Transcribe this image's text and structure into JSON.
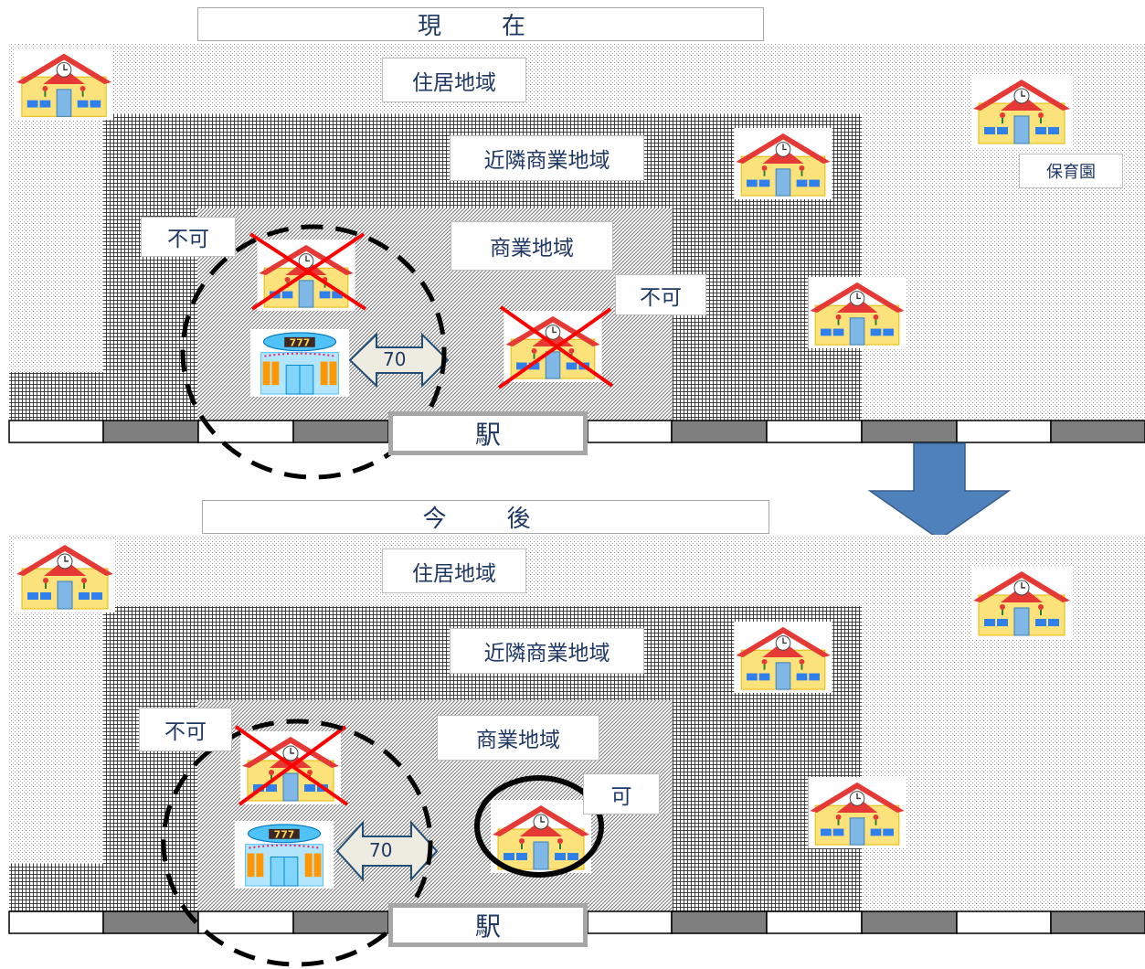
{
  "panels": {
    "current": {
      "title": "現　在",
      "residential_zone": "住居地域",
      "neighborhood_commercial_zone": "近隣商業地域",
      "commercial_zone": "商業地域",
      "not_allowed_label_1": "不可",
      "not_allowed_label_2": "不可",
      "nursery_label": "保育園",
      "distance": "70",
      "station": "駅"
    },
    "future": {
      "title": "今　後",
      "residential_zone": "住居地域",
      "neighborhood_commercial_zone": "近隣商業地域",
      "commercial_zone": "商業地域",
      "not_allowed_label": "不可",
      "allowed_label": "可",
      "distance": "70",
      "station": "駅"
    }
  },
  "colors": {
    "text": "#1f3864",
    "arrow": "#4f81bd",
    "cross": "#ff0000",
    "track_dark": "#7f7f7f"
  },
  "icons": [
    "nursery-school-icon",
    "pachinko-parlor-icon",
    "transition-arrow-icon"
  ]
}
